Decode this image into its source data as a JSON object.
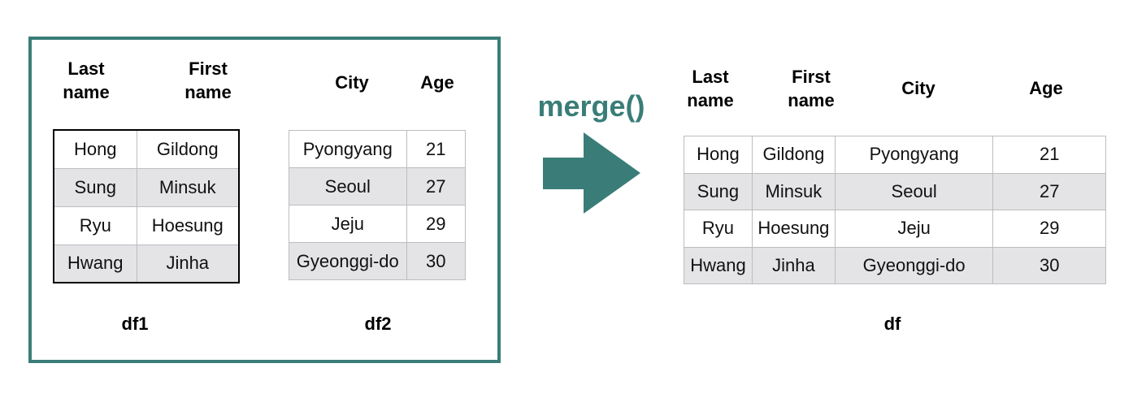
{
  "df1": {
    "caption": "df1",
    "headers": [
      [
        "Last",
        "name"
      ],
      [
        "First",
        "name"
      ]
    ],
    "rows": [
      [
        "Hong",
        "Gildong"
      ],
      [
        "Sung",
        "Minsuk"
      ],
      [
        "Ryu",
        "Hoesung"
      ],
      [
        "Hwang",
        "Jinha"
      ]
    ]
  },
  "df2": {
    "caption": "df2",
    "headers": [
      "City",
      "Age"
    ],
    "rows": [
      [
        "Pyongyang",
        "21"
      ],
      [
        "Seoul",
        "27"
      ],
      [
        "Jeju",
        "29"
      ],
      [
        "Gyeonggi-do",
        "30"
      ]
    ]
  },
  "operation": {
    "label": "merge()"
  },
  "df": {
    "caption": "df",
    "headers": [
      [
        "Last",
        "name"
      ],
      [
        "First",
        "name"
      ],
      [
        "City"
      ],
      [
        "Age"
      ]
    ],
    "rows": [
      [
        "Hong",
        "Gildong",
        "Pyongyang",
        "21"
      ],
      [
        "Sung",
        "Minsuk",
        "Seoul",
        "27"
      ],
      [
        "Ryu",
        "Hoesung",
        "Jeju",
        "29"
      ],
      [
        "Hwang",
        "Jinha",
        "Gyeonggi-do",
        "30"
      ]
    ]
  },
  "colors": {
    "accent": "#3a7d78",
    "stripe": "#e4e4e7"
  }
}
